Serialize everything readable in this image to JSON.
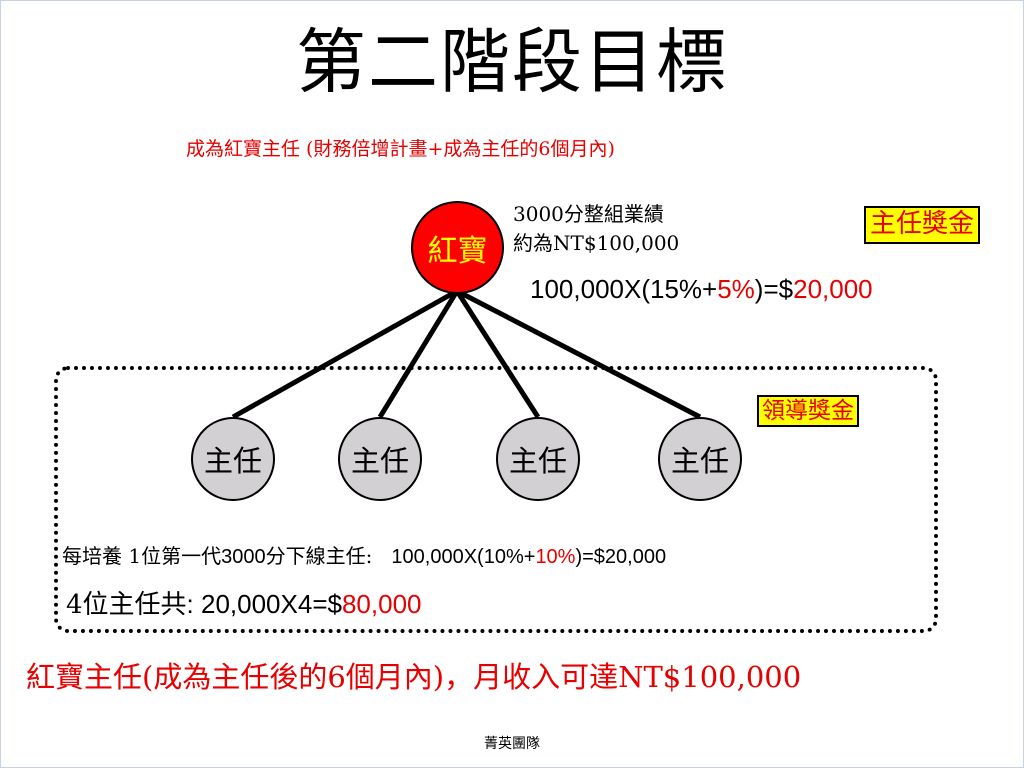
{
  "slide": {
    "title": "第二階段目標",
    "subtitle": "成為紅寶主任 (財務倍增計畫+成為主任的6個月內)",
    "footer": "菁英團隊"
  },
  "diagram": {
    "root_node": "紅寶",
    "child_nodes": [
      "主任",
      "主任",
      "主任",
      "主任"
    ],
    "group_performance": [
      "3000分整組業績",
      "約為NT$100,000"
    ],
    "top_formula": {
      "part1": "100,000X(15%+",
      "part2": "5%",
      "part3": ")=$",
      "part4": "20,000"
    },
    "badges": {
      "supervisor_bonus": "主任獎金",
      "leadership_bonus": "領導獎金"
    },
    "mentor_line": {
      "part1": "每培養 1位第一代",
      "part2": "3000",
      "part3": "分下線主任:",
      "part4": "100,000X(10%+",
      "part5": "10%",
      "part6": ")=$20,000"
    },
    "total_line": {
      "part1": "4位主任共",
      "part2": ": 20,000X4=$",
      "part3": "80,000"
    },
    "summary": "紅寶主任(成為主任後的6個月內)，月收入可達NT$100,000"
  },
  "colors": {
    "accent_red": "#e60000",
    "root_fill": "#ff0000",
    "root_text": "#ffff00",
    "child_fill": "#d3d0d3",
    "badge_fill": "#ffff00"
  }
}
